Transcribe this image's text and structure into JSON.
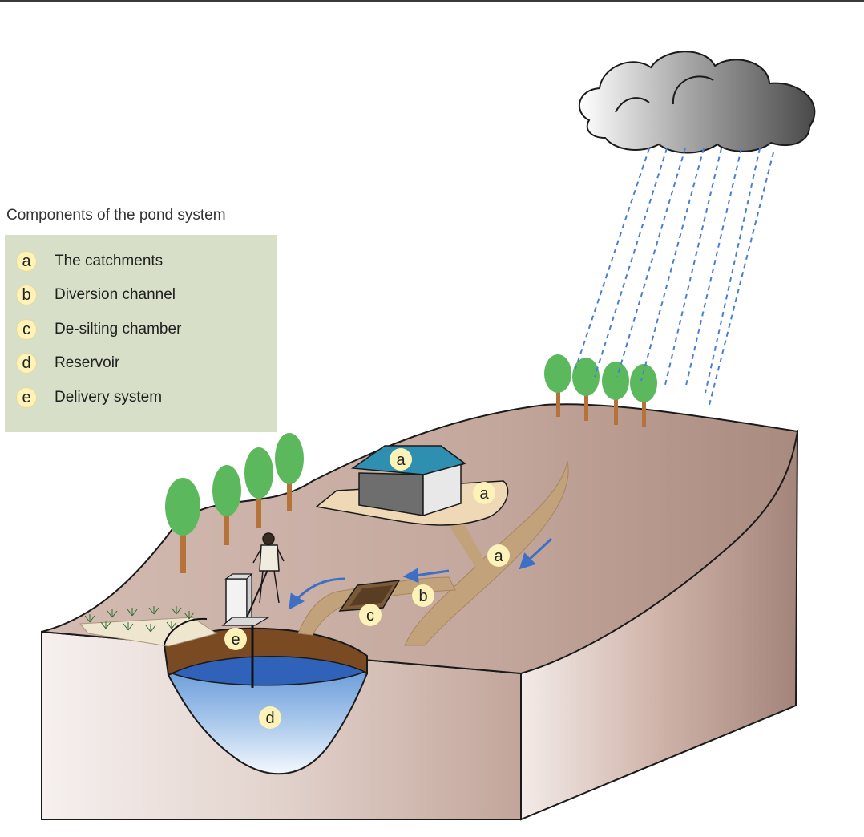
{
  "legend": {
    "title": "Components of the pond system",
    "items": [
      {
        "key": "a",
        "label": "The catchments"
      },
      {
        "key": "b",
        "label": "Diversion channel"
      },
      {
        "key": "c",
        "label": "De-silting chamber"
      },
      {
        "key": "d",
        "label": "Reservoir"
      },
      {
        "key": "e",
        "label": "Delivery system"
      }
    ]
  },
  "markers": {
    "roof": "a",
    "yard": "a",
    "runoff": "a",
    "diversion": "b",
    "chamber": "c",
    "reservoir": "d",
    "delivery": "e"
  },
  "colors": {
    "badge_fill": "#fdf2b8",
    "legend_bg": "#d8dfc8",
    "ground_top": "#c7aaa0",
    "arrow": "#3d6fc4",
    "rain": "#4a7fd0",
    "water": "#2f62b8",
    "tree": "#5cb85c",
    "roof": "#2e8fb0"
  }
}
